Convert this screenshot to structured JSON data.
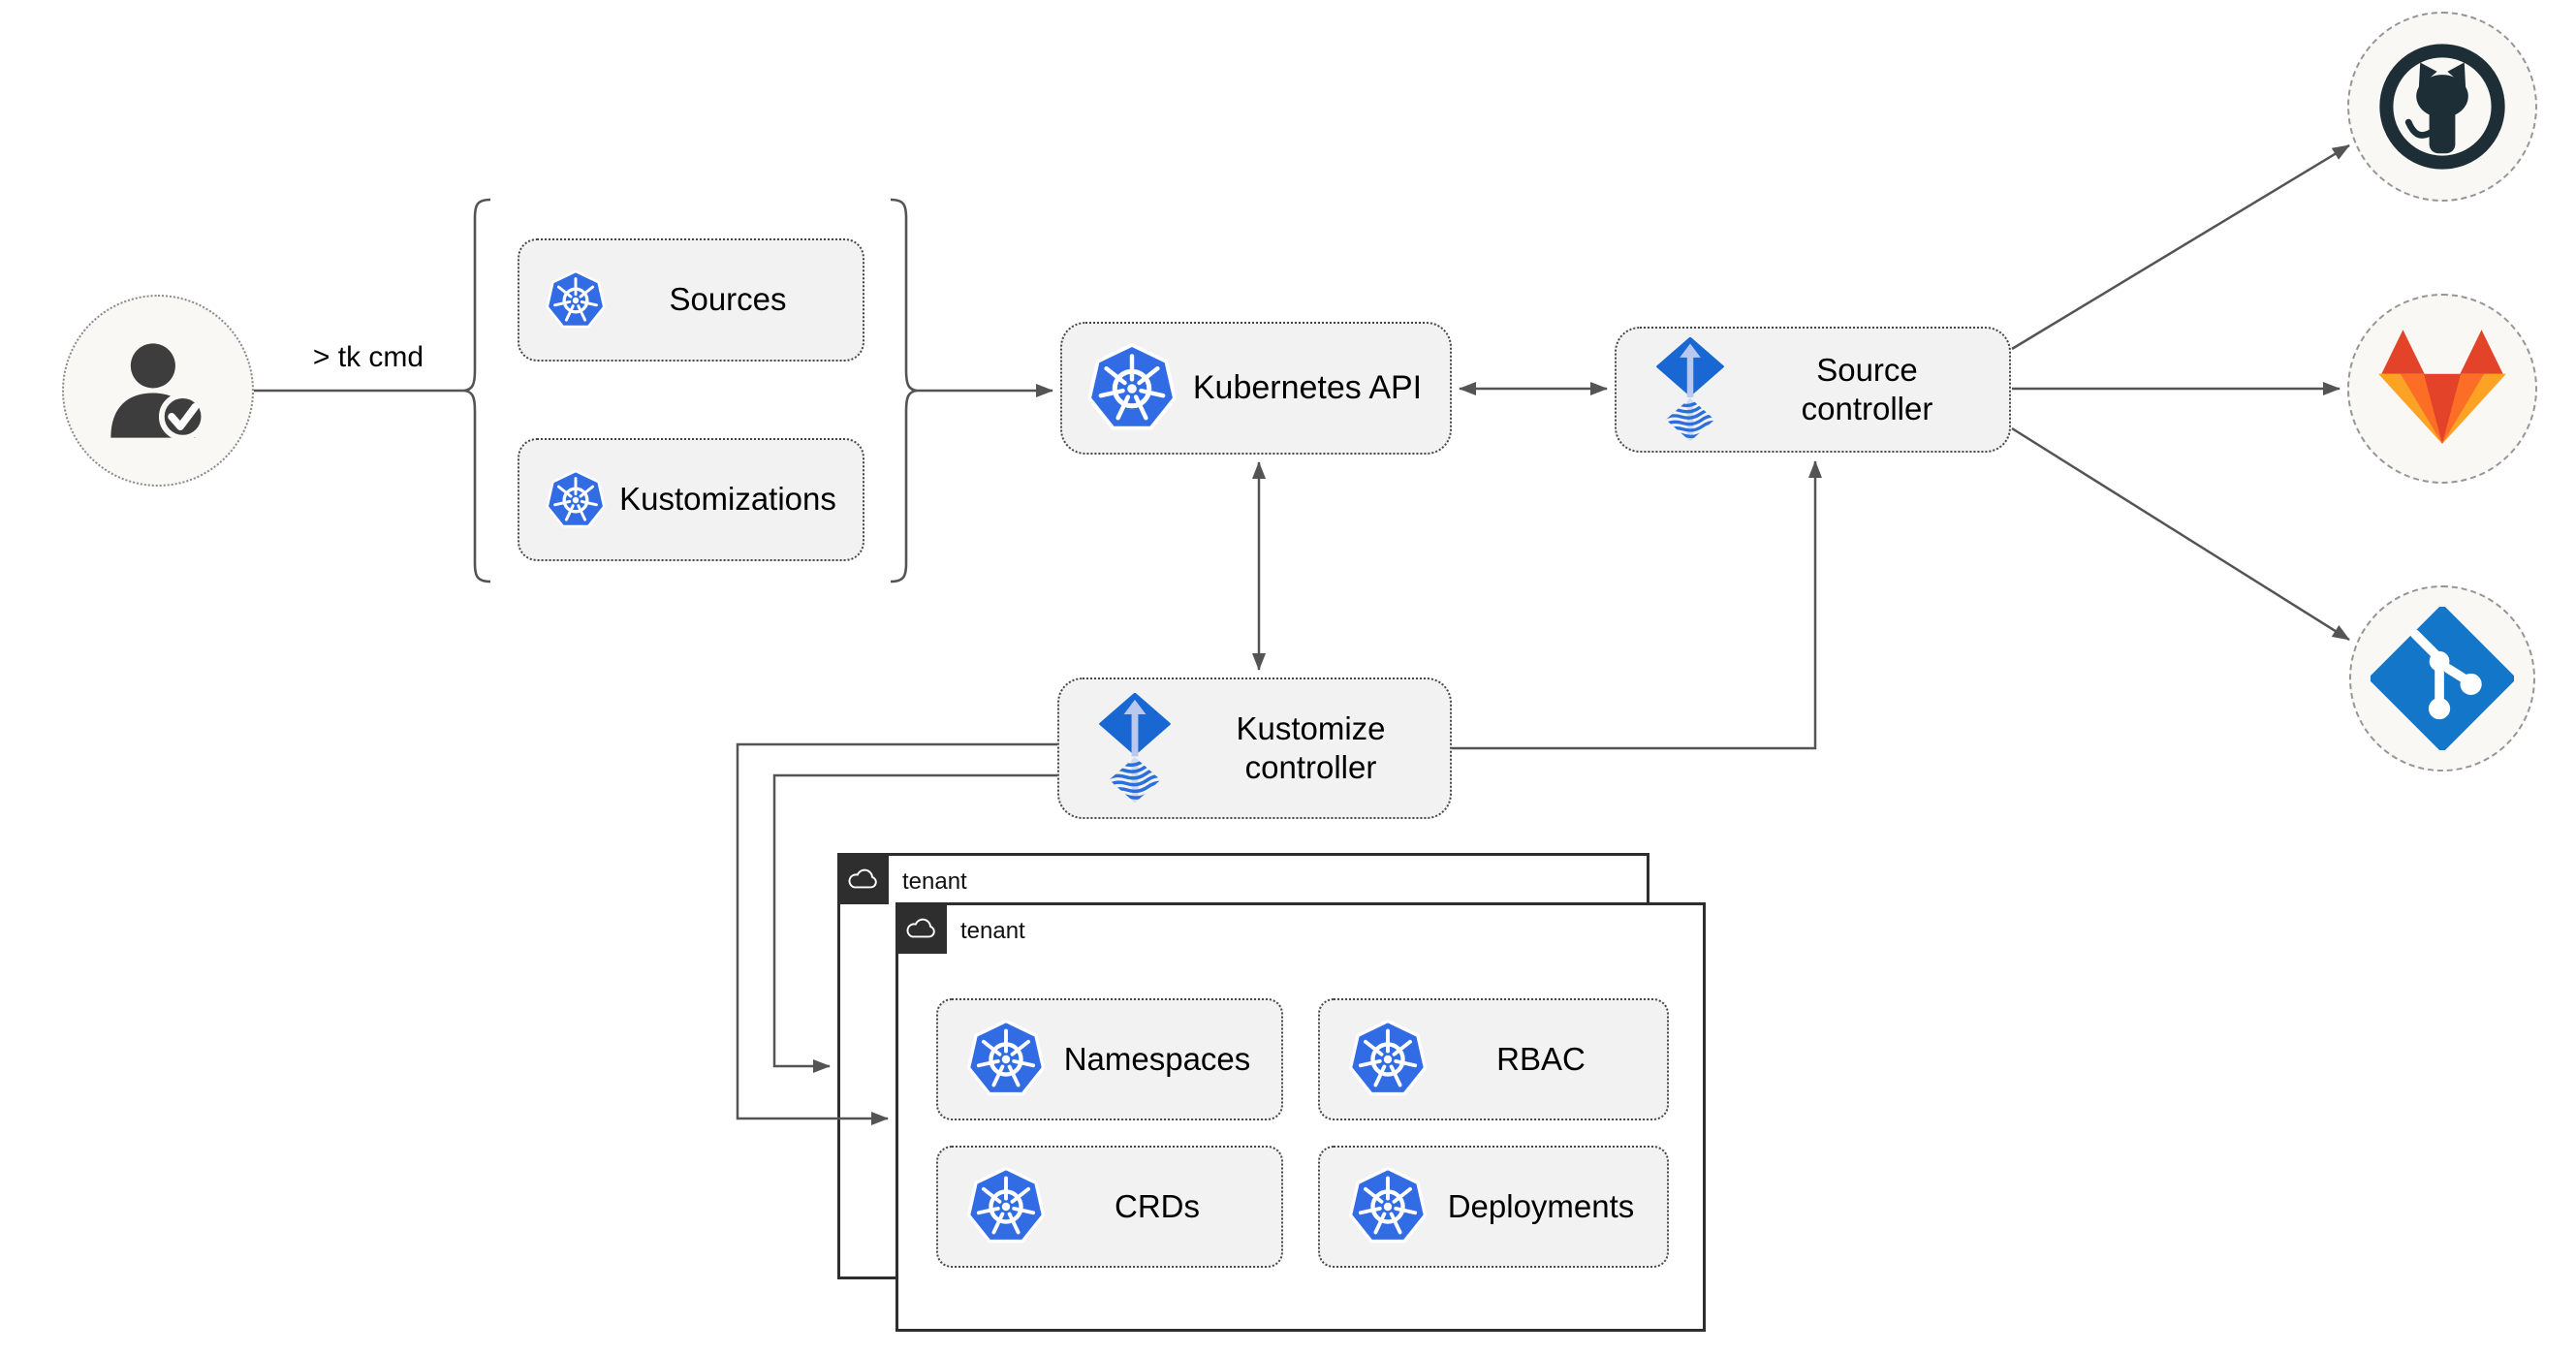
{
  "diagram": {
    "title": "flux-gitops-toolkit-architecture",
    "user": {
      "command_label": "> tk cmd"
    },
    "nodes": {
      "sources": {
        "label": "Sources"
      },
      "kustomizations": {
        "label": "Kustomizations"
      },
      "kubernetes_api": {
        "label": "Kubernetes API"
      },
      "source_controller": {
        "label": "Source controller"
      },
      "kustomize_controller": {
        "label": "Kustomize controller"
      },
      "namespaces": {
        "label": "Namespaces"
      },
      "rbac": {
        "label": "RBAC"
      },
      "crds": {
        "label": "CRDs"
      },
      "deployments": {
        "label": "Deployments"
      }
    },
    "tenants": {
      "back": {
        "label": "tenant"
      },
      "front": {
        "label": "tenant"
      }
    },
    "providers": {
      "github": {
        "icon": "github-icon"
      },
      "gitlab": {
        "icon": "gitlab-icon"
      },
      "git": {
        "icon": "git-icon"
      }
    },
    "colors": {
      "kubernetes_blue": "#326CE5",
      "flux_diamond_blue": "#1967D2",
      "flux_arrow_light": "#B9C8EF",
      "flux_wave_blue": "#2A6FDB",
      "github_dark": "#1E2E36",
      "gitlab_red": "#E24329",
      "gitlab_orange": "#FC6D26",
      "gitlab_light_orange": "#FCA326",
      "git_blue": "#1476C8",
      "connector_gray": "#545454",
      "node_fill": "#F2F2F2",
      "tenant_dark": "#2E2E2E",
      "circle_fill": "#FAF8F4"
    }
  }
}
